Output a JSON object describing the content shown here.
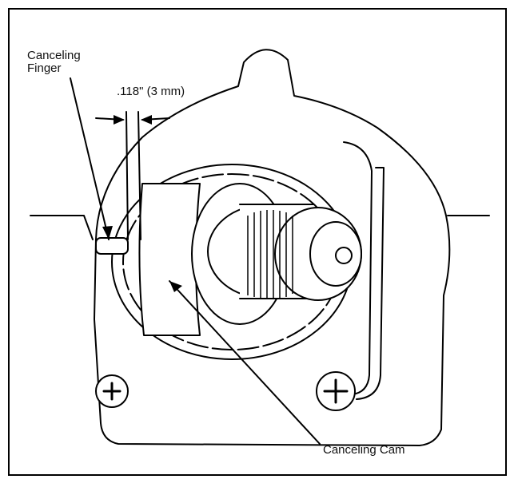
{
  "labels": {
    "finger_line1": "Canceling",
    "finger_line2": "Finger",
    "dimension": ".118\" (3 mm)",
    "cam": "Canceling Cam"
  },
  "colors": {
    "ink": "#000000",
    "paper": "#ffffff",
    "shade": "#d9d9d9"
  }
}
